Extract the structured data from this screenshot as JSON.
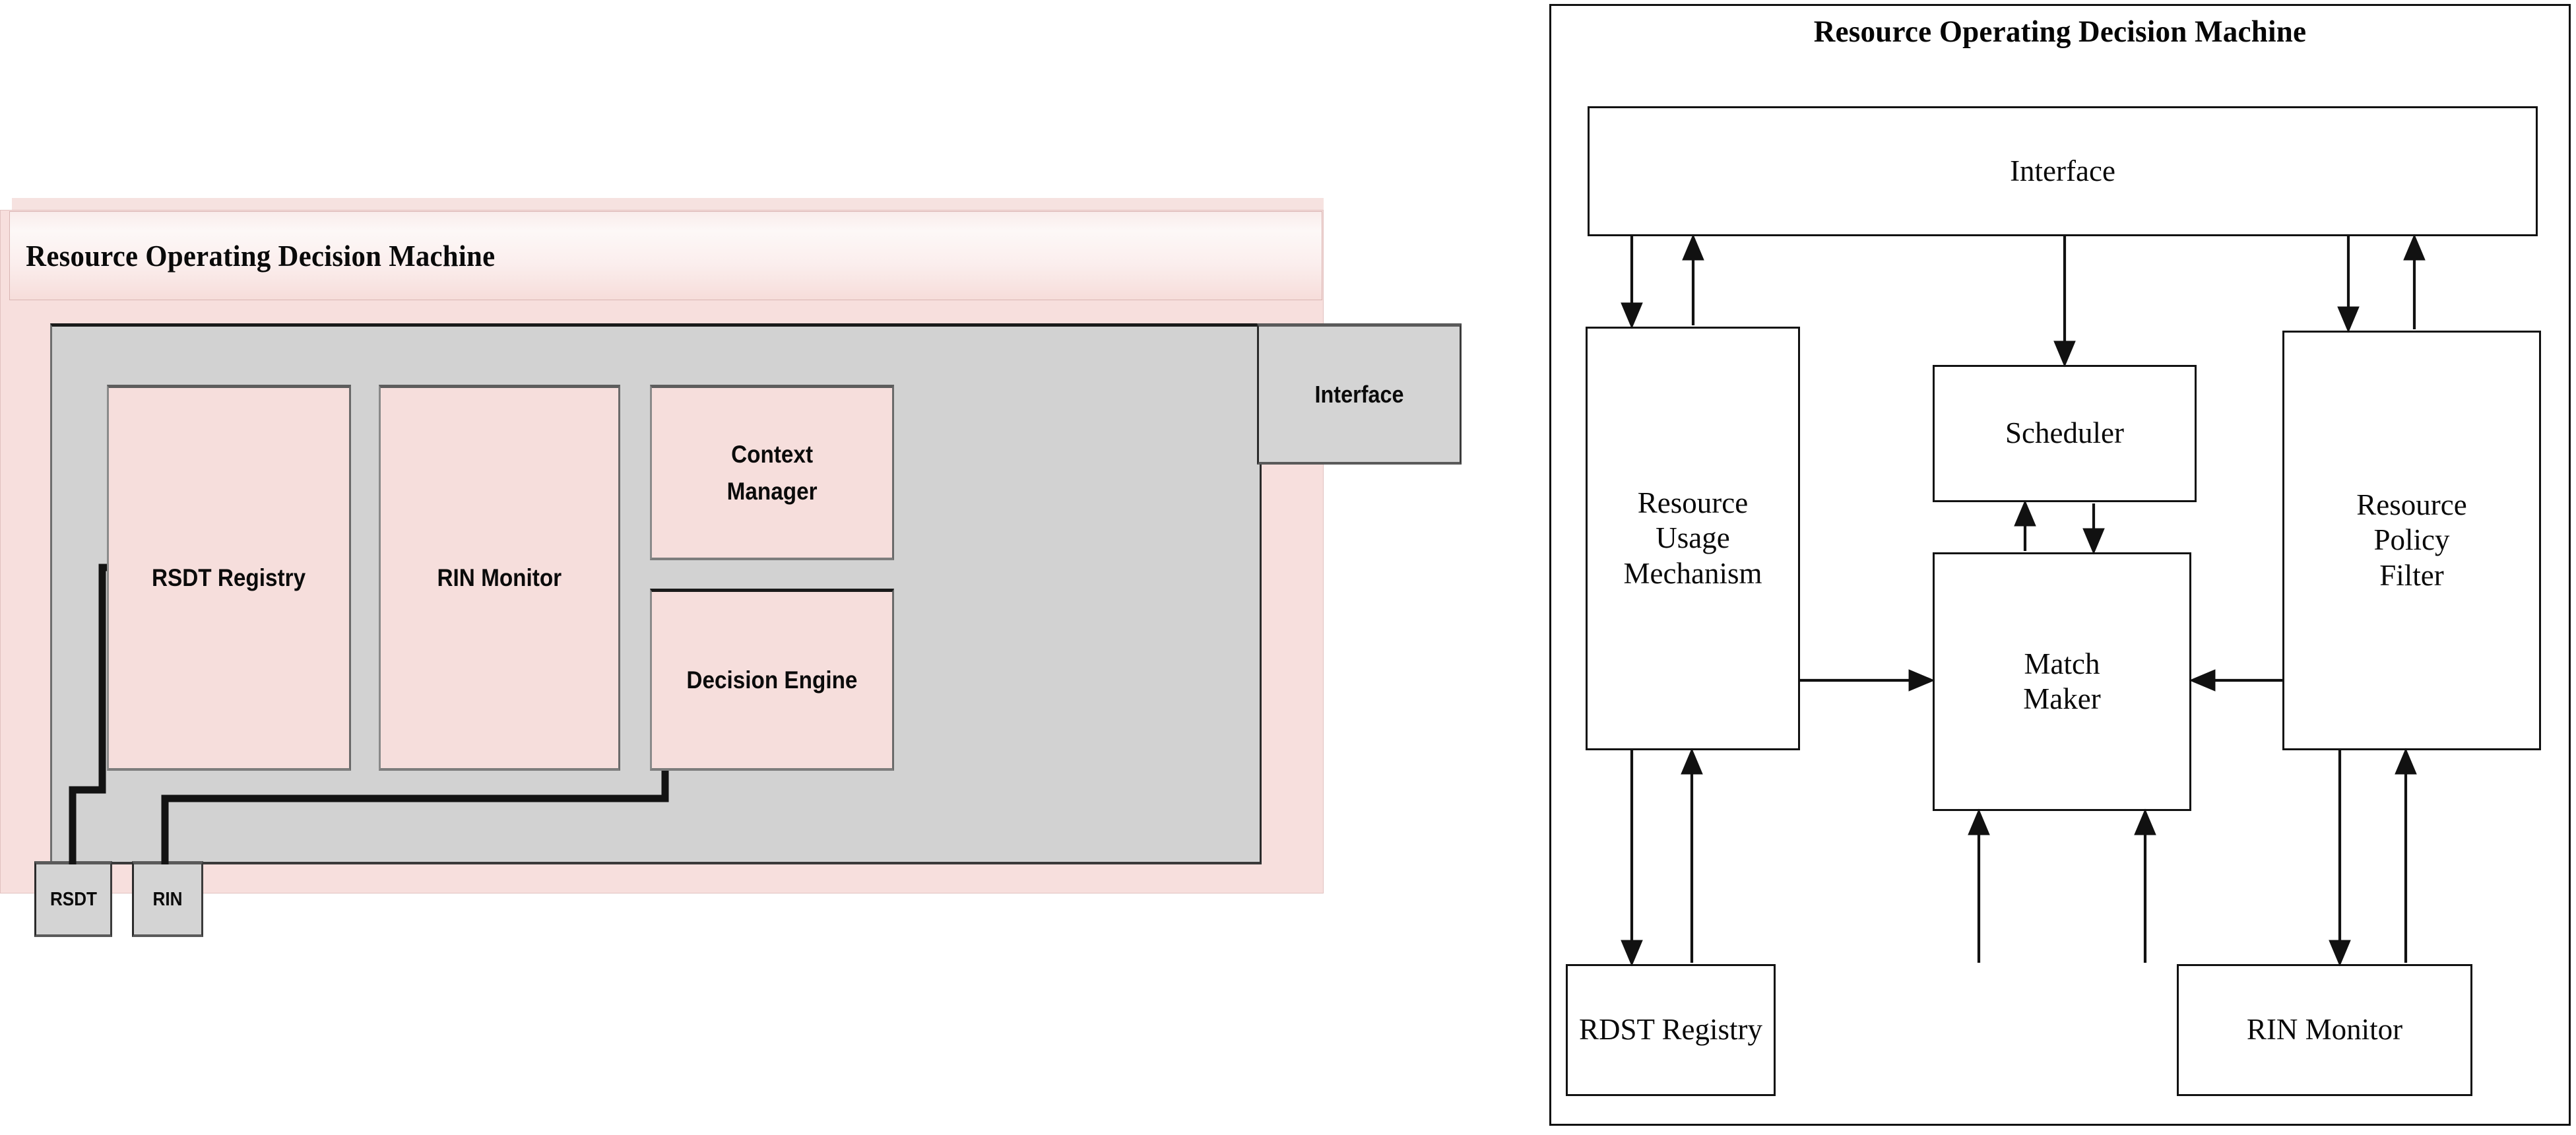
{
  "meta": {
    "figure_kind": "two-panel block diagram",
    "title": "Resource Operating Decision Machine"
  },
  "colors": {
    "pink_fill": "#f6dedc",
    "pink_frame": "#f7dfdd",
    "grey_body": "#d2d2d2",
    "grey_box": "#d4d4d4",
    "line_black": "#111111",
    "title_text": "#0a0a0a"
  },
  "left_panel": {
    "name": "stylized-architecture-panel",
    "title": "Resource Operating Decision Machine",
    "interface_box": {
      "label": "Interface"
    },
    "components": [
      {
        "id": "rsdt-registry",
        "label": "RSDT Registry"
      },
      {
        "id": "rin-monitor",
        "label": "RIN Monitor"
      },
      {
        "id": "context-manager",
        "label": "Context Manager",
        "lines": [
          "Context",
          "Manager"
        ]
      },
      {
        "id": "decision-engine",
        "label": "Decision Engine"
      }
    ],
    "external_ports": [
      {
        "id": "rsdt-port",
        "label": "RSDT"
      },
      {
        "id": "rin-port",
        "label": "RIN"
      }
    ],
    "connections": [
      {
        "from": "rsdt-port",
        "to": "rsdt-registry",
        "style": "orthogonal-line",
        "arrow": "none"
      },
      {
        "from": "rin-port",
        "to": "rin-monitor",
        "style": "orthogonal-line",
        "arrow": "none"
      }
    ]
  },
  "right_panel": {
    "name": "detailed-architecture-panel",
    "title": "Resource Operating Decision Machine",
    "blocks": [
      {
        "id": "interface",
        "label": "Interface",
        "lines": [
          "Interface"
        ]
      },
      {
        "id": "resource-usage-mechanism",
        "label": "Resource Usage Mechanism",
        "lines": [
          "Resource",
          "Usage",
          "Mechanism"
        ]
      },
      {
        "id": "scheduler",
        "label": "Scheduler",
        "lines": [
          "Scheduler"
        ]
      },
      {
        "id": "match-maker",
        "label": "Match Maker",
        "lines": [
          "Match",
          "Maker"
        ]
      },
      {
        "id": "resource-policy-filter",
        "label": "Resource Policy Filter",
        "lines": [
          "Resource",
          "Policy",
          "Filter"
        ]
      },
      {
        "id": "rdst-registry",
        "label": "RDST Registry",
        "lines": [
          "RDST Registry"
        ]
      },
      {
        "id": "rin-monitor",
        "label": "RIN Monitor",
        "lines": [
          "RIN Monitor"
        ]
      }
    ],
    "connections": [
      {
        "from": "interface",
        "to": "resource-usage-mechanism",
        "arrow": "down"
      },
      {
        "from": "resource-usage-mechanism",
        "to": "interface",
        "arrow": "up"
      },
      {
        "from": "interface",
        "to": "scheduler",
        "arrow": "down"
      },
      {
        "from": "interface",
        "to": "resource-policy-filter",
        "arrow": "down"
      },
      {
        "from": "resource-policy-filter",
        "to": "interface",
        "arrow": "up"
      },
      {
        "from": "match-maker",
        "to": "scheduler",
        "arrow": "up"
      },
      {
        "from": "scheduler",
        "to": "match-maker",
        "arrow": "down"
      },
      {
        "from": "resource-usage-mechanism",
        "to": "match-maker",
        "arrow": "right"
      },
      {
        "from": "resource-policy-filter",
        "to": "match-maker",
        "arrow": "left"
      },
      {
        "from": "rdst-registry",
        "to": "match-maker",
        "arrow": "up"
      },
      {
        "from": "rin-monitor",
        "to": "match-maker",
        "arrow": "up"
      },
      {
        "from": "resource-usage-mechanism",
        "to": "rdst-registry",
        "arrow": "down"
      },
      {
        "from": "rdst-registry",
        "to": "resource-usage-mechanism",
        "arrow": "up"
      },
      {
        "from": "resource-policy-filter",
        "to": "rin-monitor",
        "arrow": "down"
      },
      {
        "from": "rin-monitor",
        "to": "resource-policy-filter",
        "arrow": "up"
      }
    ]
  }
}
